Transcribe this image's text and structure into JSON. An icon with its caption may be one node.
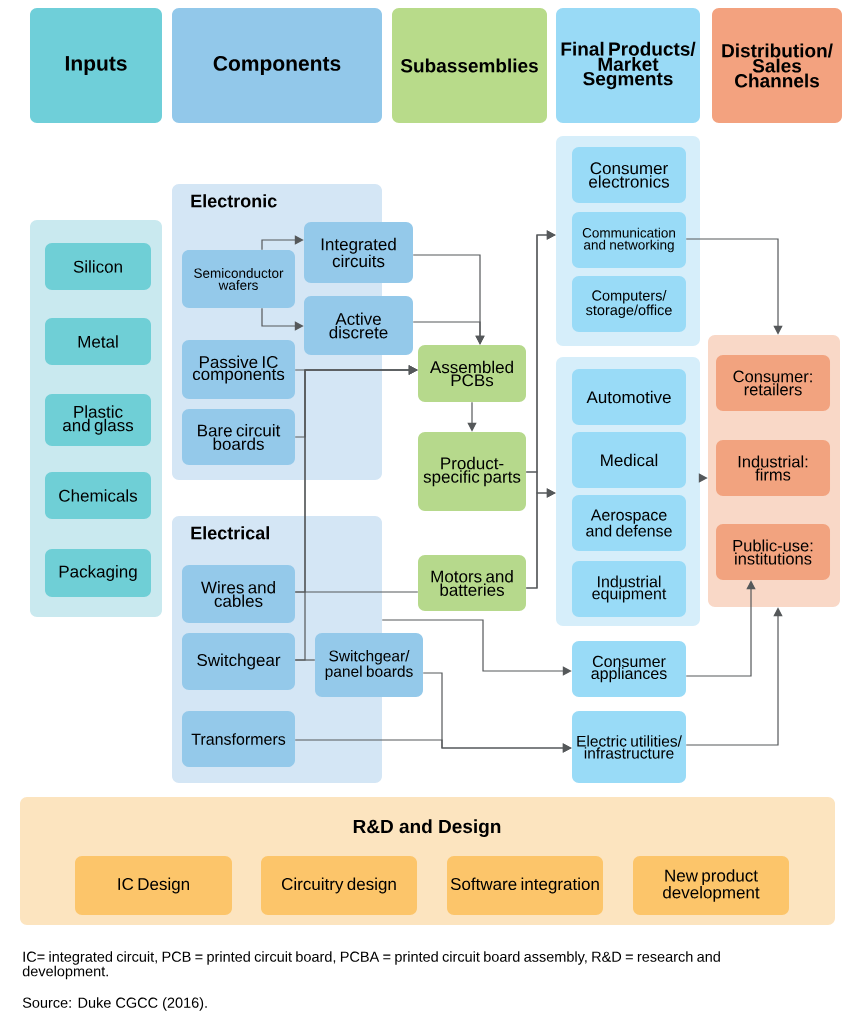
{
  "diagram": {
    "caption": "IC= integrated circuit, PCB = printed circuit board, PCBA = printed circuit board assembly, R&D = research and development.",
    "nodes": [
      {
        "text": [
          "Inputs"
        ]
      },
      {
        "text": [
          "Components"
        ]
      },
      {
        "text": [
          "Subassemblies"
        ]
      },
      {
        "text": [
          "Final Products/ Market Segments"
        ]
      },
      {
        "text": [
          "Distribution/ Sales Channels"
        ]
      },
      {
        "text": [],
        "shape": "box"
      },
      {
        "text": [
          "Silicon"
        ],
        "in": 5
      },
      {
        "text": [
          "Metal"
        ],
        "in": 5
      },
      {
        "text": [
          "Plastic and glass"
        ],
        "in": 5
      },
      {
        "text": [
          "Chemicals"
        ],
        "in": 5
      },
      {
        "text": [
          "Packaging"
        ],
        "in": 5
      },
      {
        "text": [
          "Electronic"
        ]
      },
      {
        "text": [
          "Semiconductor wafers"
        ],
        "in": 11
      },
      {
        "text": [
          "Integrated circuits"
        ]
      },
      {
        "text": [
          "Active discrete"
        ]
      },
      {
        "text": [
          "Passive IC components"
        ],
        "in": 11
      },
      {
        "text": [
          "Bare circuit boards"
        ],
        "in": 11
      },
      {
        "text": [
          "Electrical"
        ]
      },
      {
        "text": [
          "Wires and cables"
        ],
        "in": 17
      },
      {
        "text": [
          "Switchgear"
        ],
        "in": 17
      },
      {
        "text": [
          "Switchgear/ panel boards"
        ]
      },
      {
        "text": [
          "Transformers"
        ],
        "in": 17
      },
      {
        "text": [
          "Assembled PCBs"
        ]
      },
      {
        "text": [
          "Product-specific parts"
        ]
      },
      {
        "text": [
          "Motors and batteries"
        ]
      },
      {
        "text": [],
        "shape": "box"
      },
      {
        "text": [
          "Consumer electronics"
        ],
        "in": 25
      },
      {
        "text": [
          "Communication and networking"
        ],
        "in": 25
      },
      {
        "text": [
          "Computers/ storage/office"
        ],
        "in": 25
      },
      {
        "text": [],
        "shape": "box"
      },
      {
        "text": [
          "Automotive"
        ],
        "in": 29
      },
      {
        "text": [
          "Medical"
        ],
        "in": 29
      },
      {
        "text": [
          "Aerospace and defense"
        ],
        "in": 29
      },
      {
        "text": [
          "Industrial equipment"
        ],
        "in": 29
      },
      {
        "text": [
          "Consumer appliances"
        ]
      },
      {
        "text": [
          "Electric utilities/ infrastructure"
        ]
      },
      {
        "text": [],
        "shape": "box"
      },
      {
        "text": [
          "Consumer: retailers"
        ],
        "in": 36
      },
      {
        "text": [
          "Industrial: firms"
        ],
        "in": 36
      },
      {
        "text": [
          "Public-use: institutions"
        ],
        "in": 36
      },
      {
        "text": [
          "R&D and Design"
        ]
      },
      {
        "text": [
          "IC Design"
        ],
        "in": 40
      },
      {
        "text": [
          "Circuitry design"
        ],
        "in": 40
      },
      {
        "text": [
          "Software integration"
        ],
        "in": 40
      },
      {
        "text": [
          "New product development"
        ],
        "in": 40
      }
    ],
    "edges": [
      {
        "from": 12,
        "to": 13,
        "arrow": "to"
      },
      {
        "from": 12,
        "to": 14,
        "arrow": "to"
      },
      {
        "from": 13,
        "to": 22,
        "arrow": "to"
      },
      {
        "from": 14,
        "to": 22,
        "arrow": "to"
      },
      {
        "from": 15,
        "to": 22,
        "arrow": "to"
      },
      {
        "from": 16,
        "to": 22,
        "arrow": "to"
      },
      {
        "from": 18,
        "to": 22,
        "arrow": "to"
      },
      {
        "from": 18,
        "to": 24,
        "arrow": "none"
      },
      {
        "from": 19,
        "to": 22,
        "arrow": "to"
      },
      {
        "from": 19,
        "to": 20,
        "arrow": "none"
      },
      {
        "from": 22,
        "to": 23,
        "arrow": "to"
      },
      {
        "from": 23,
        "to": 25,
        "arrow": "to"
      },
      {
        "from": 23,
        "to": 29,
        "arrow": "to"
      },
      {
        "from": 24,
        "to": 25,
        "arrow": "to"
      },
      {
        "from": 24,
        "to": 29,
        "arrow": "to"
      },
      {
        "from": 27,
        "to": 36,
        "arrow": "to"
      },
      {
        "from": 29,
        "to": 36,
        "arrow": "to"
      },
      {
        "from": 17,
        "to": 34,
        "arrow": "to"
      },
      {
        "from": 20,
        "to": 35,
        "arrow": "to"
      },
      {
        "from": 21,
        "to": 35,
        "arrow": "to"
      },
      {
        "from": 34,
        "to": 39,
        "arrow": "to"
      },
      {
        "from": 35,
        "to": 36,
        "arrow": "to"
      }
    ],
    "labels": [
      "Source: Duke CGCC (2016)."
    ]
  }
}
